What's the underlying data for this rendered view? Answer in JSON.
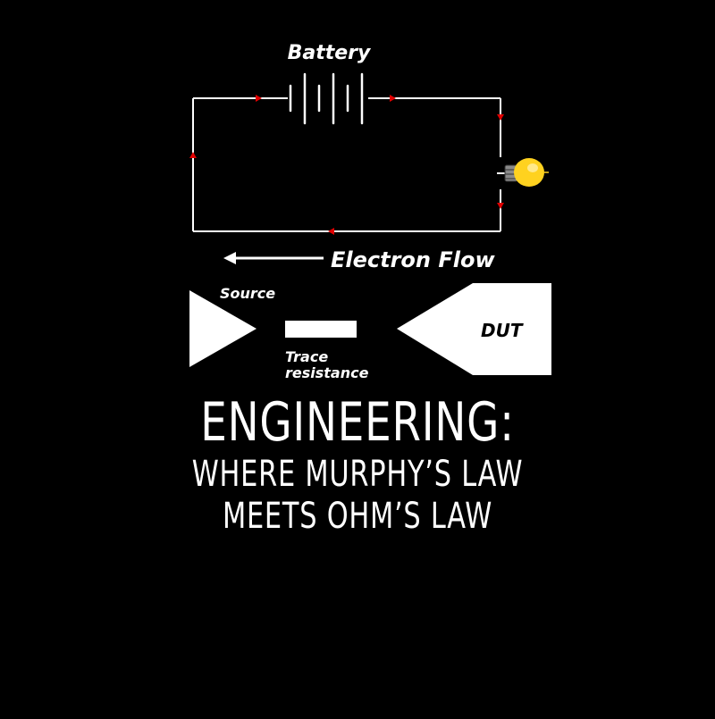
{
  "diagram": {
    "battery_label": "Battery",
    "electron_flow_label": "Electron Flow",
    "source_label": "Source",
    "trace_label_line1": "Trace",
    "trace_label_line2": "resistance",
    "dut_label": "DUT"
  },
  "headline": {
    "title": "ENGINEERING:",
    "line1": "WHERE MURPHY’S LAW",
    "line2": "MEETS OHM’S LAW"
  },
  "colors": {
    "background": "#000000",
    "foreground": "#ffffff",
    "arrow_marker": "#e00000",
    "bulb_glass": "#ffd21f",
    "bulb_base": "#8a8a8a"
  }
}
